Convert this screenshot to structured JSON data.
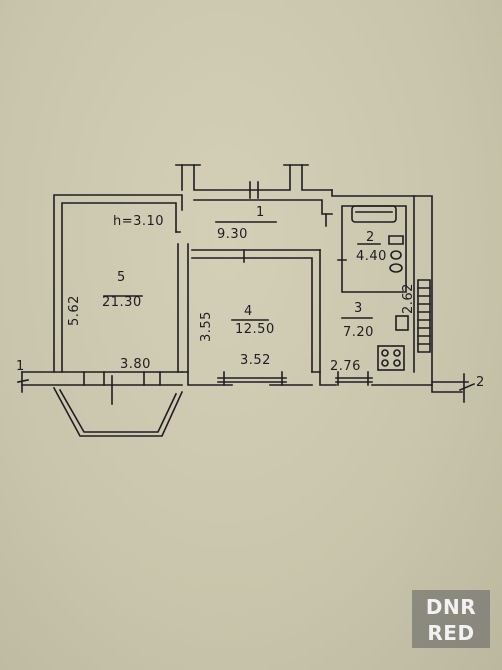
{
  "plan": {
    "ceiling_height": "h=3.10",
    "rooms": [
      {
        "number": "1",
        "area": "9.30"
      },
      {
        "number": "2",
        "area": "4.40"
      },
      {
        "number": "3",
        "area": "7.20"
      },
      {
        "number": "4",
        "area": "12.50"
      },
      {
        "number": "5",
        "area": "21.30"
      }
    ],
    "dimensions": {
      "room5_height": "5.62",
      "room5_width": "3.80",
      "room4_height": "3.55",
      "room4_width": "3.52",
      "room3_width": "2.76",
      "room3_height": "2.62"
    },
    "section_marks": [
      "1",
      "2"
    ]
  },
  "watermark": {
    "line1": "DNR",
    "line2": "RED"
  },
  "colors": {
    "ink": "#1f1d22",
    "paper": "#cbc7ae",
    "watermark_bg": "#5f5f5f"
  }
}
